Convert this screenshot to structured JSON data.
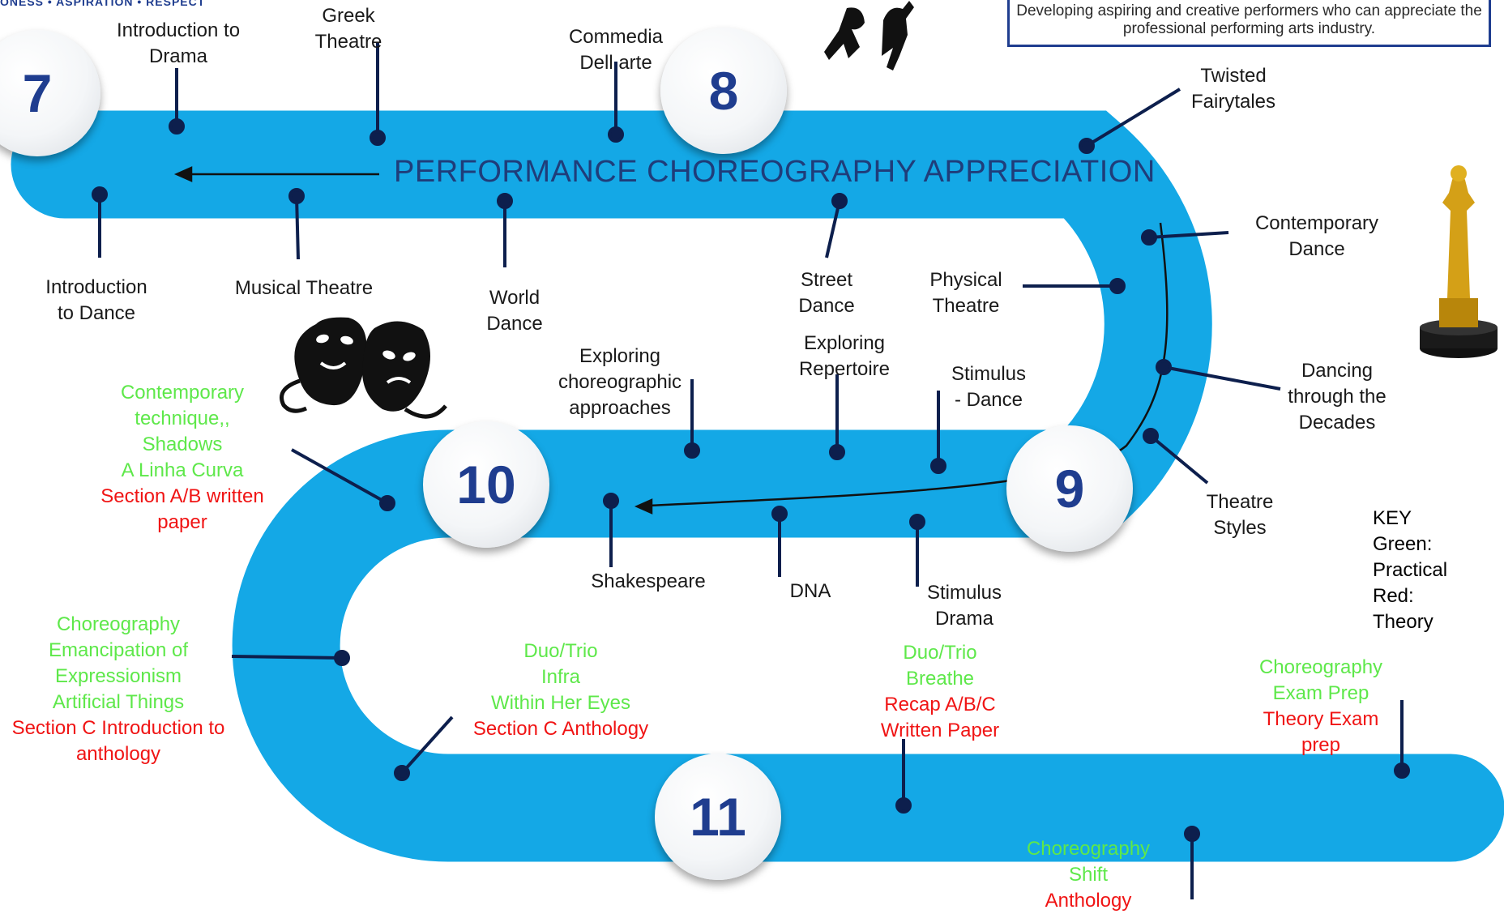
{
  "header": {
    "motto": "ONESS • ASPIRATION • RESPECT",
    "mission": "Developing aspiring and creative performers who can appreciate the professional performing arts industry."
  },
  "center_title": "PERFORMANCE CHOREOGRAPHY APPRECIATION",
  "years": [
    "7",
    "8",
    "9",
    "10",
    "11"
  ],
  "labels": {
    "intro_drama": [
      "Introduction to",
      "Drama"
    ],
    "greek": [
      "Greek",
      "Theatre"
    ],
    "commedia": [
      "Commedia",
      "Dell arte"
    ],
    "twisted": [
      "Twisted",
      "Fairytales"
    ],
    "intro_dance": [
      "Introduction",
      "to Dance"
    ],
    "musical": [
      "Musical Theatre"
    ],
    "world": [
      "World",
      "Dance"
    ],
    "street": [
      "Street",
      "Dance"
    ],
    "physical": [
      "Physical",
      "Theatre"
    ],
    "contemporary": [
      "Contemporary",
      "Dance"
    ],
    "decades": [
      "Dancing",
      "through the",
      "Decades"
    ],
    "theatre_styles": [
      "Theatre",
      "Styles"
    ],
    "exploring_choreo": [
      "Exploring",
      "choreographic",
      "approaches"
    ],
    "exploring_rep": [
      "Exploring",
      "Repertoire"
    ],
    "stimulus_dance": [
      "Stimulus",
      "- Dance"
    ],
    "shakespeare": [
      "Shakespeare"
    ],
    "dna": [
      "DNA"
    ],
    "stimulus_drama": [
      "Stimulus",
      "Drama"
    ],
    "y10_left": {
      "green": [
        "Contemporary",
        "technique,,",
        "Shadows",
        "A Linha Curva"
      ],
      "red": [
        "Section A/B written",
        "paper"
      ]
    },
    "y11_left": {
      "green": [
        "Choreography",
        "Emancipation of",
        "Expressionism",
        "Artificial Things"
      ],
      "red": [
        "Section C Introduction  to",
        "anthology"
      ]
    },
    "duo_infra": {
      "green": [
        "Duo/Trio",
        "Infra",
        "Within Her Eyes"
      ],
      "red": [
        "Section C Anthology"
      ]
    },
    "duo_breathe": {
      "green": [
        "Duo/Trio",
        "Breathe"
      ],
      "red": [
        "Recap A/B/C",
        "Written Paper"
      ]
    },
    "exam_prep": {
      "green": [
        "Choreography",
        "Exam Prep"
      ],
      "red": [
        "Theory Exam",
        "prep"
      ]
    },
    "shift": {
      "green": [
        "Choreography",
        "Shift"
      ],
      "red": [
        "Anthology"
      ]
    }
  },
  "key": [
    "KEY",
    "Green:",
    "Practical",
    "Red:",
    "Theory"
  ],
  "colors": {
    "road": "#14a8e6",
    "marker": "#0d1f4d",
    "year_text": "#1f3d8f",
    "practical": "#5ee84a",
    "theory": "#f01414"
  },
  "icons": [
    "drama-masks-icon",
    "dancers-silhouette-icon",
    "oscar-statuette-icon"
  ]
}
